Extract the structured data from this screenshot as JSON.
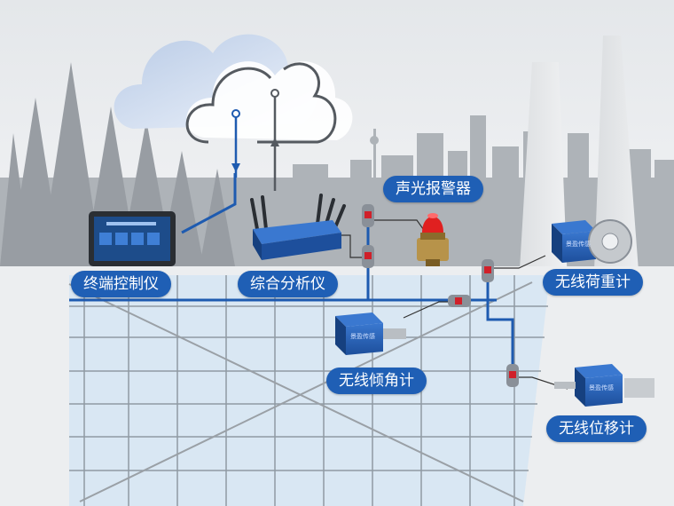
{
  "labels": {
    "terminal": "终端控制仪",
    "analyzer": "综合分析仪",
    "alarm": "声光报警器",
    "load_meter": "无线荷重计",
    "tilt_meter": "无线倾角计",
    "displacement_meter": "无线位移计"
  },
  "device_brand": "景盈传感",
  "colors": {
    "label_bg": "#1f5fb5",
    "cable": "#1e5bb0",
    "device_blue": "#2b63b8",
    "connector_red": "#d0202a",
    "grid_bg": "#d9e7f3",
    "grid_line": "#8f9aa3",
    "skyline": "#a7acb1"
  }
}
